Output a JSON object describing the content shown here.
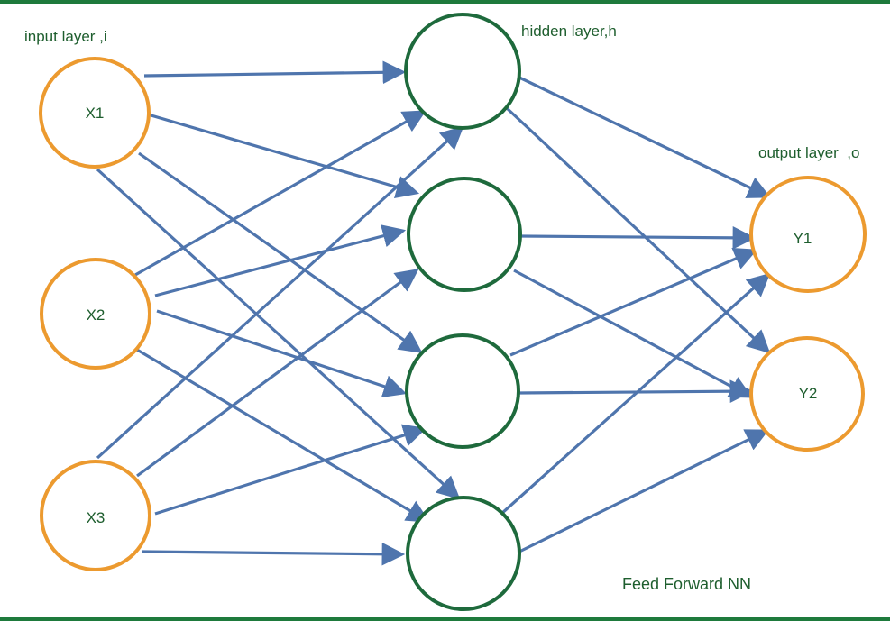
{
  "labels": {
    "input_layer": "input layer ,i",
    "hidden_layer": "hidden layer,h",
    "output_layer": "output layer  ,o",
    "caption": "Feed Forward NN"
  },
  "inputs": [
    "X1",
    "X2",
    "X3"
  ],
  "hidden_count": 4,
  "outputs": [
    "Y1",
    "Y2"
  ],
  "colors": {
    "input_border": "#ec9a2f",
    "hidden_border": "#1e6a3c",
    "output_border": "#ec9a2f",
    "edge": "#4f75ad",
    "text": "#1e5e2e",
    "frame": "#1e7a3c"
  }
}
